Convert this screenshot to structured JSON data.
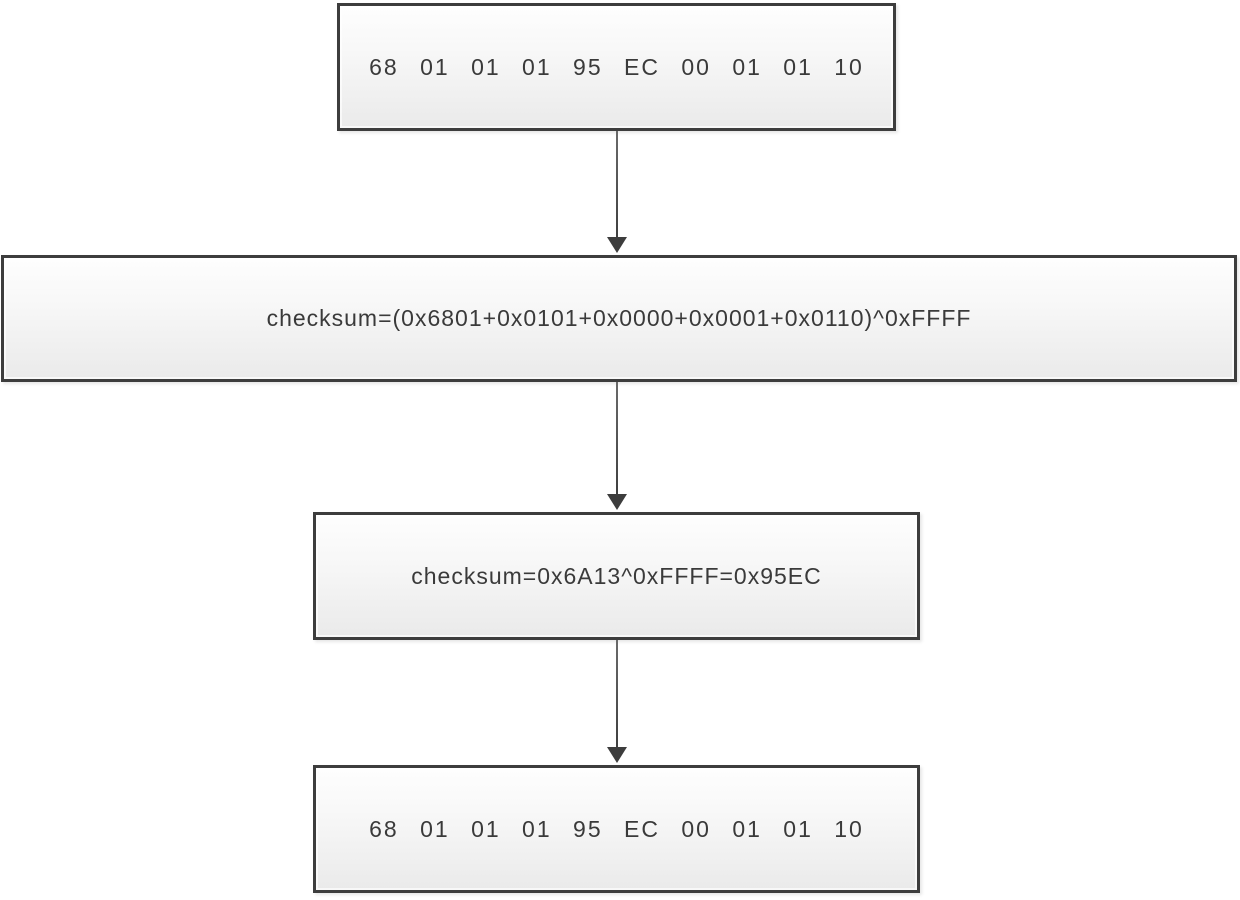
{
  "diagram": {
    "type": "flowchart",
    "description": "Checksum calculation flow for a hex data frame",
    "colors": {
      "background": "#ffffff",
      "node_border": "#3d3d3d",
      "node_fill_top": "#fefefe",
      "node_fill_bottom": "#eaeaea",
      "arrow": "#3d3d3d",
      "text": "#3a3a3a"
    },
    "nodes": [
      {
        "id": "frame-input",
        "label": "68 01 01 01 95 EC 00 01 01 10"
      },
      {
        "id": "checksum-formula",
        "label": "checksum=(0x6801+0x0101+0x0000+0x0001+0x0110)^0xFFFF"
      },
      {
        "id": "checksum-result",
        "label": "checksum=0x6A13^0xFFFF=0x95EC"
      },
      {
        "id": "frame-output",
        "label": "68 01 01 01 95 EC 00 01 01 10"
      }
    ],
    "edges": [
      {
        "from": "frame-input",
        "to": "checksum-formula",
        "direction": "down"
      },
      {
        "from": "checksum-formula",
        "to": "checksum-result",
        "direction": "down"
      },
      {
        "from": "checksum-result",
        "to": "frame-output",
        "direction": "down"
      }
    ]
  }
}
